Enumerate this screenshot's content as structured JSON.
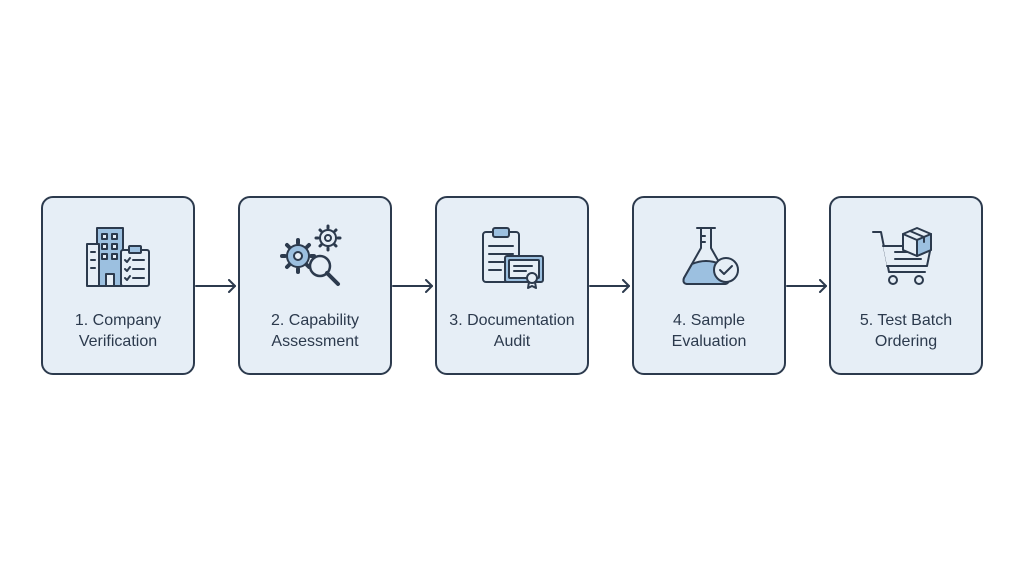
{
  "colors": {
    "box_fill": "#e6eef6",
    "box_stroke": "#2c3a4d",
    "icon_accent": "#9cc0e0",
    "text": "#2c3a4d"
  },
  "steps": [
    {
      "label": "1. Company Verification",
      "icon": "building-checklist-icon"
    },
    {
      "label": "2. Capability Assessment",
      "icon": "gears-magnifier-icon"
    },
    {
      "label": "3. Documentation Audit",
      "icon": "clipboard-certificate-icon"
    },
    {
      "label": "4. Sample Evaluation",
      "icon": "flask-check-icon"
    },
    {
      "label": "5. Test Batch Ordering",
      "icon": "cart-box-icon"
    }
  ]
}
